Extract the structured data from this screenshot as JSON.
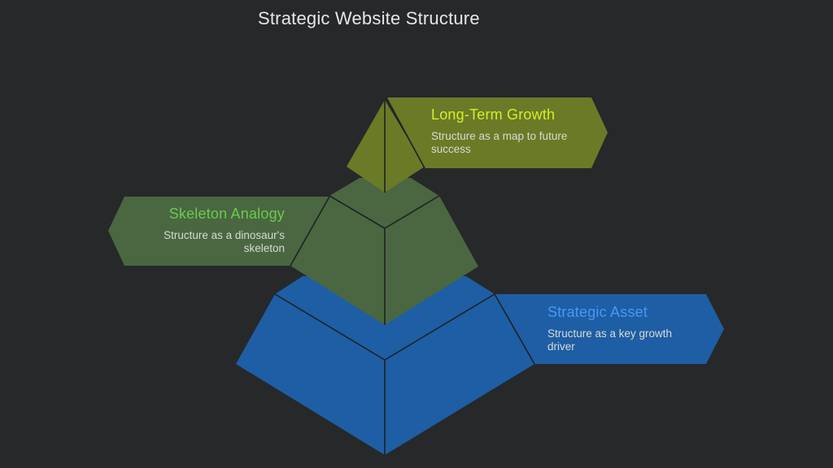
{
  "page": {
    "title": "Strategic Website Structure",
    "background": "#27282a",
    "edge_color": "#1f2124"
  },
  "pyramid": {
    "layers": [
      {
        "id": "top",
        "level": 1,
        "title": "Long-Term Growth",
        "description": "Structure as a map to future success",
        "fill": "#6b7a26",
        "fill_dark": "#66752a",
        "title_color": "#d4ee2c",
        "banner_side": "right"
      },
      {
        "id": "middle",
        "level": 2,
        "title": "Skeleton Analogy",
        "description": "Structure as a dinosaur's skeleton",
        "fill": "#4a6741",
        "fill_dark": "#486540",
        "title_color": "#6acb4c",
        "banner_side": "left"
      },
      {
        "id": "bottom",
        "level": 3,
        "title": "Strategic Asset",
        "description": "Structure as a key growth driver",
        "fill": "#1e5ea4",
        "fill_dark": "#1d5ba0",
        "title_color": "#4a98f2",
        "banner_side": "right"
      }
    ]
  }
}
